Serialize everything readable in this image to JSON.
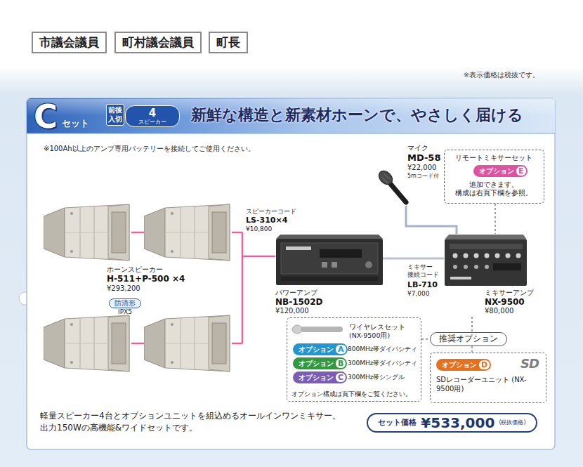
{
  "diagram": {
    "title": "新鮮な構造と新素材ホーンで、やさしく届ける",
    "nodes": [
      {
        "text": [
          "市議会議員"
        ]
      },
      {
        "text": [
          "町村議会議員"
        ]
      },
      {
        "text": [
          "町長"
        ]
      },
      {
        "text": [
          "C",
          "セット"
        ]
      },
      {
        "text": [
          "前後 入切"
        ],
        "in": 3
      },
      {
        "text": [
          "4",
          "スピーカー"
        ],
        "in": 3
      },
      {
        "text": [
          "ホーンスピーカー",
          "H-511+P-500 ×4",
          "¥293,200"
        ],
        "in": 3
      },
      {
        "text": [
          "防滴形",
          "IPX5"
        ],
        "in": 6
      },
      {
        "text": [
          "パワーアンプ",
          "NB-1502D",
          "¥120,000"
        ],
        "in": 3
      },
      {
        "text": [
          "マイク",
          "MD-58",
          "¥22,000",
          "5mコード付"
        ],
        "in": 3
      },
      {
        "text": [
          "リモートミキサーセット",
          "追加できます。 構成は右頁下欄を参照。"
        ],
        "in": 3
      },
      {
        "text": [
          "オプション",
          "E"
        ],
        "in": 10
      },
      {
        "text": [
          "ミキサーアンプ",
          "NX-9500",
          "¥80,000"
        ],
        "in": 3
      },
      {
        "text": [
          "ワイヤレスセット (NX-9500用)",
          "800MHz帯ダイバシティ",
          "300MHz帯ダイバシティ",
          "300MHz帯シングル",
          "オプション構成は頁下欄をご覧ください。"
        ],
        "in": 3
      },
      {
        "text": [
          "オプション",
          "A"
        ],
        "in": 13
      },
      {
        "text": [
          "オプション",
          "B"
        ],
        "in": 13
      },
      {
        "text": [
          "オプション",
          "C"
        ],
        "in": 13
      },
      {
        "text": [
          "推奨オプション"
        ],
        "in": 3
      },
      {
        "text": [
          "SD",
          "SDレコーダーユニット (NX-9500用)"
        ],
        "in": 3
      },
      {
        "text": [
          "オプション",
          "D"
        ],
        "in": 18
      },
      {
        "text": [
          "セット価格",
          "¥533,000",
          "(税抜価格)"
        ],
        "in": 3
      }
    ],
    "edges": [
      {
        "from": 6,
        "to": 8,
        "arrow": "none"
      },
      {
        "from": 8,
        "to": 12,
        "arrow": "none"
      },
      {
        "from": 9,
        "to": 12,
        "arrow": "none"
      },
      {
        "from": 10,
        "to": 12,
        "arrow": "none"
      },
      {
        "from": 13,
        "to": 17,
        "arrow": "none"
      },
      {
        "from": 12,
        "to": 17,
        "arrow": "none"
      },
      {
        "from": 17,
        "to": 18,
        "arrow": "none"
      }
    ],
    "labels": [
      "※表示価格は税抜です。",
      "※100Ah以上のアンプ専用バッテリーを接続してご使用ください。",
      "スピーカーコード",
      "LS-310×4",
      "¥10,800",
      "ミキサー 接続コード",
      "LB-710",
      "¥7,000",
      "軽量スピーカー4台とオプションユニットを組込めるオールインワンミキサー。 出力150Wの高機能&ワイドセットです。"
    ]
  }
}
